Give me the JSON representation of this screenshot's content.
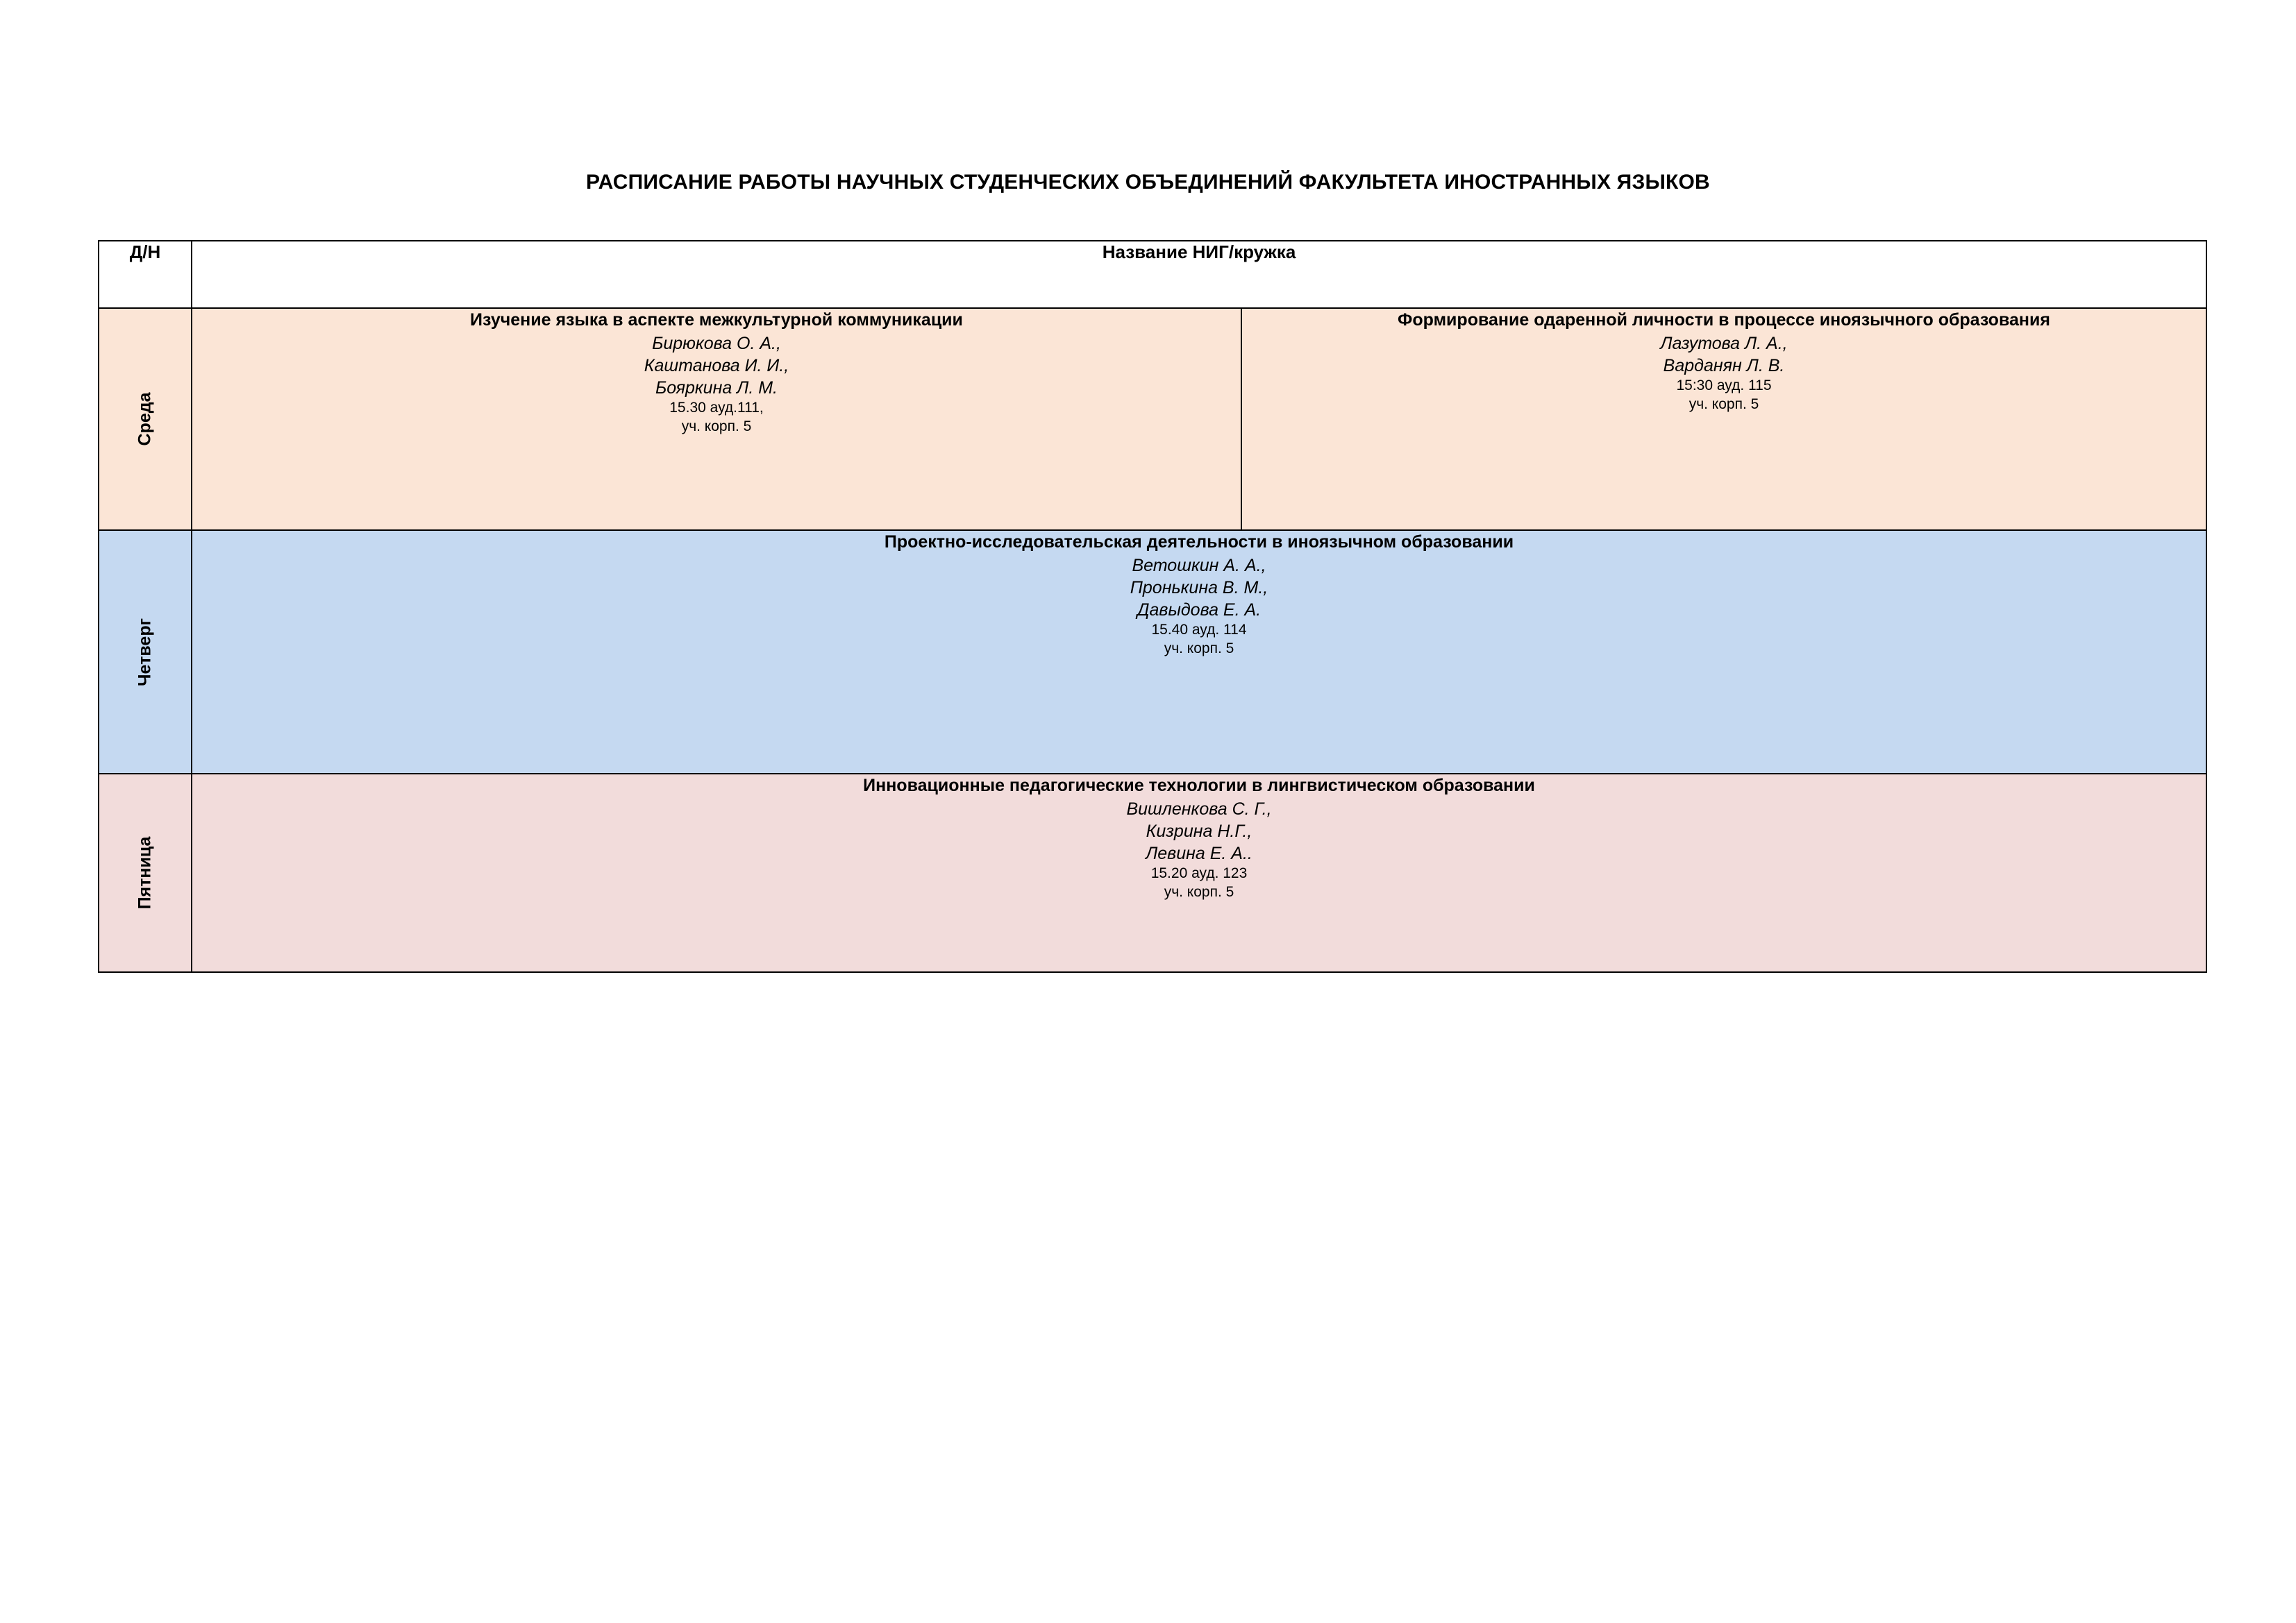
{
  "document": {
    "title": "РАСПИСАНИЕ РАБОТЫ НАУЧНЫХ СТУДЕНЧЕСКИХ ОБЪЕДИНЕНИЙ ФАКУЛЬТЕТА ИНОСТРАННЫХ ЯЗЫКОВ"
  },
  "table": {
    "header": {
      "day_column": "Д/Н",
      "name_column": "Название НИГ/кружка"
    },
    "colors": {
      "wednesday_row": "#FBE5D6",
      "thursday_row": "#C5D9F1",
      "friday_row": "#F2DCDB",
      "border": "#000000",
      "header_background": "#FFFFFF"
    },
    "rows": [
      {
        "day": "Среда",
        "cells": [
          {
            "group_title": "Изучение языка в аспекте межкультурной коммуникации",
            "people": [
              "Бирюкова О. А.,",
              "Каштанова И. И.,",
              "Бояркина Л. М."
            ],
            "time_room": "15.30 ауд.111,",
            "building": "уч. корп. 5"
          },
          {
            "group_title": "Формирование одаренной личности в процессе иноязычного образования",
            "people": [
              "Лазутова Л. А.,",
              "Варданян Л. В."
            ],
            "time_room": "15:30 ауд. 115",
            "building": "уч. корп. 5"
          }
        ]
      },
      {
        "day": "Четверг",
        "cells": [
          {
            "group_title": "Проектно-исследовательская деятельности в иноязычном образовании",
            "people": [
              "Ветошкин А. А.,",
              "Пронькина В. М.,",
              "Давыдова Е. А."
            ],
            "time_room": "15.40 ауд. 114",
            "building": "уч. корп. 5"
          }
        ]
      },
      {
        "day": "Пятница",
        "cells": [
          {
            "group_title": "Инновационные педагогические технологии в лингвистическом образовании",
            "people": [
              "Вишленкова С. Г.,",
              "Кизрина Н.Г.,",
              "Левина Е. А.."
            ],
            "time_room": "15.20 ауд. 123",
            "building": "уч. корп. 5"
          }
        ]
      }
    ]
  }
}
